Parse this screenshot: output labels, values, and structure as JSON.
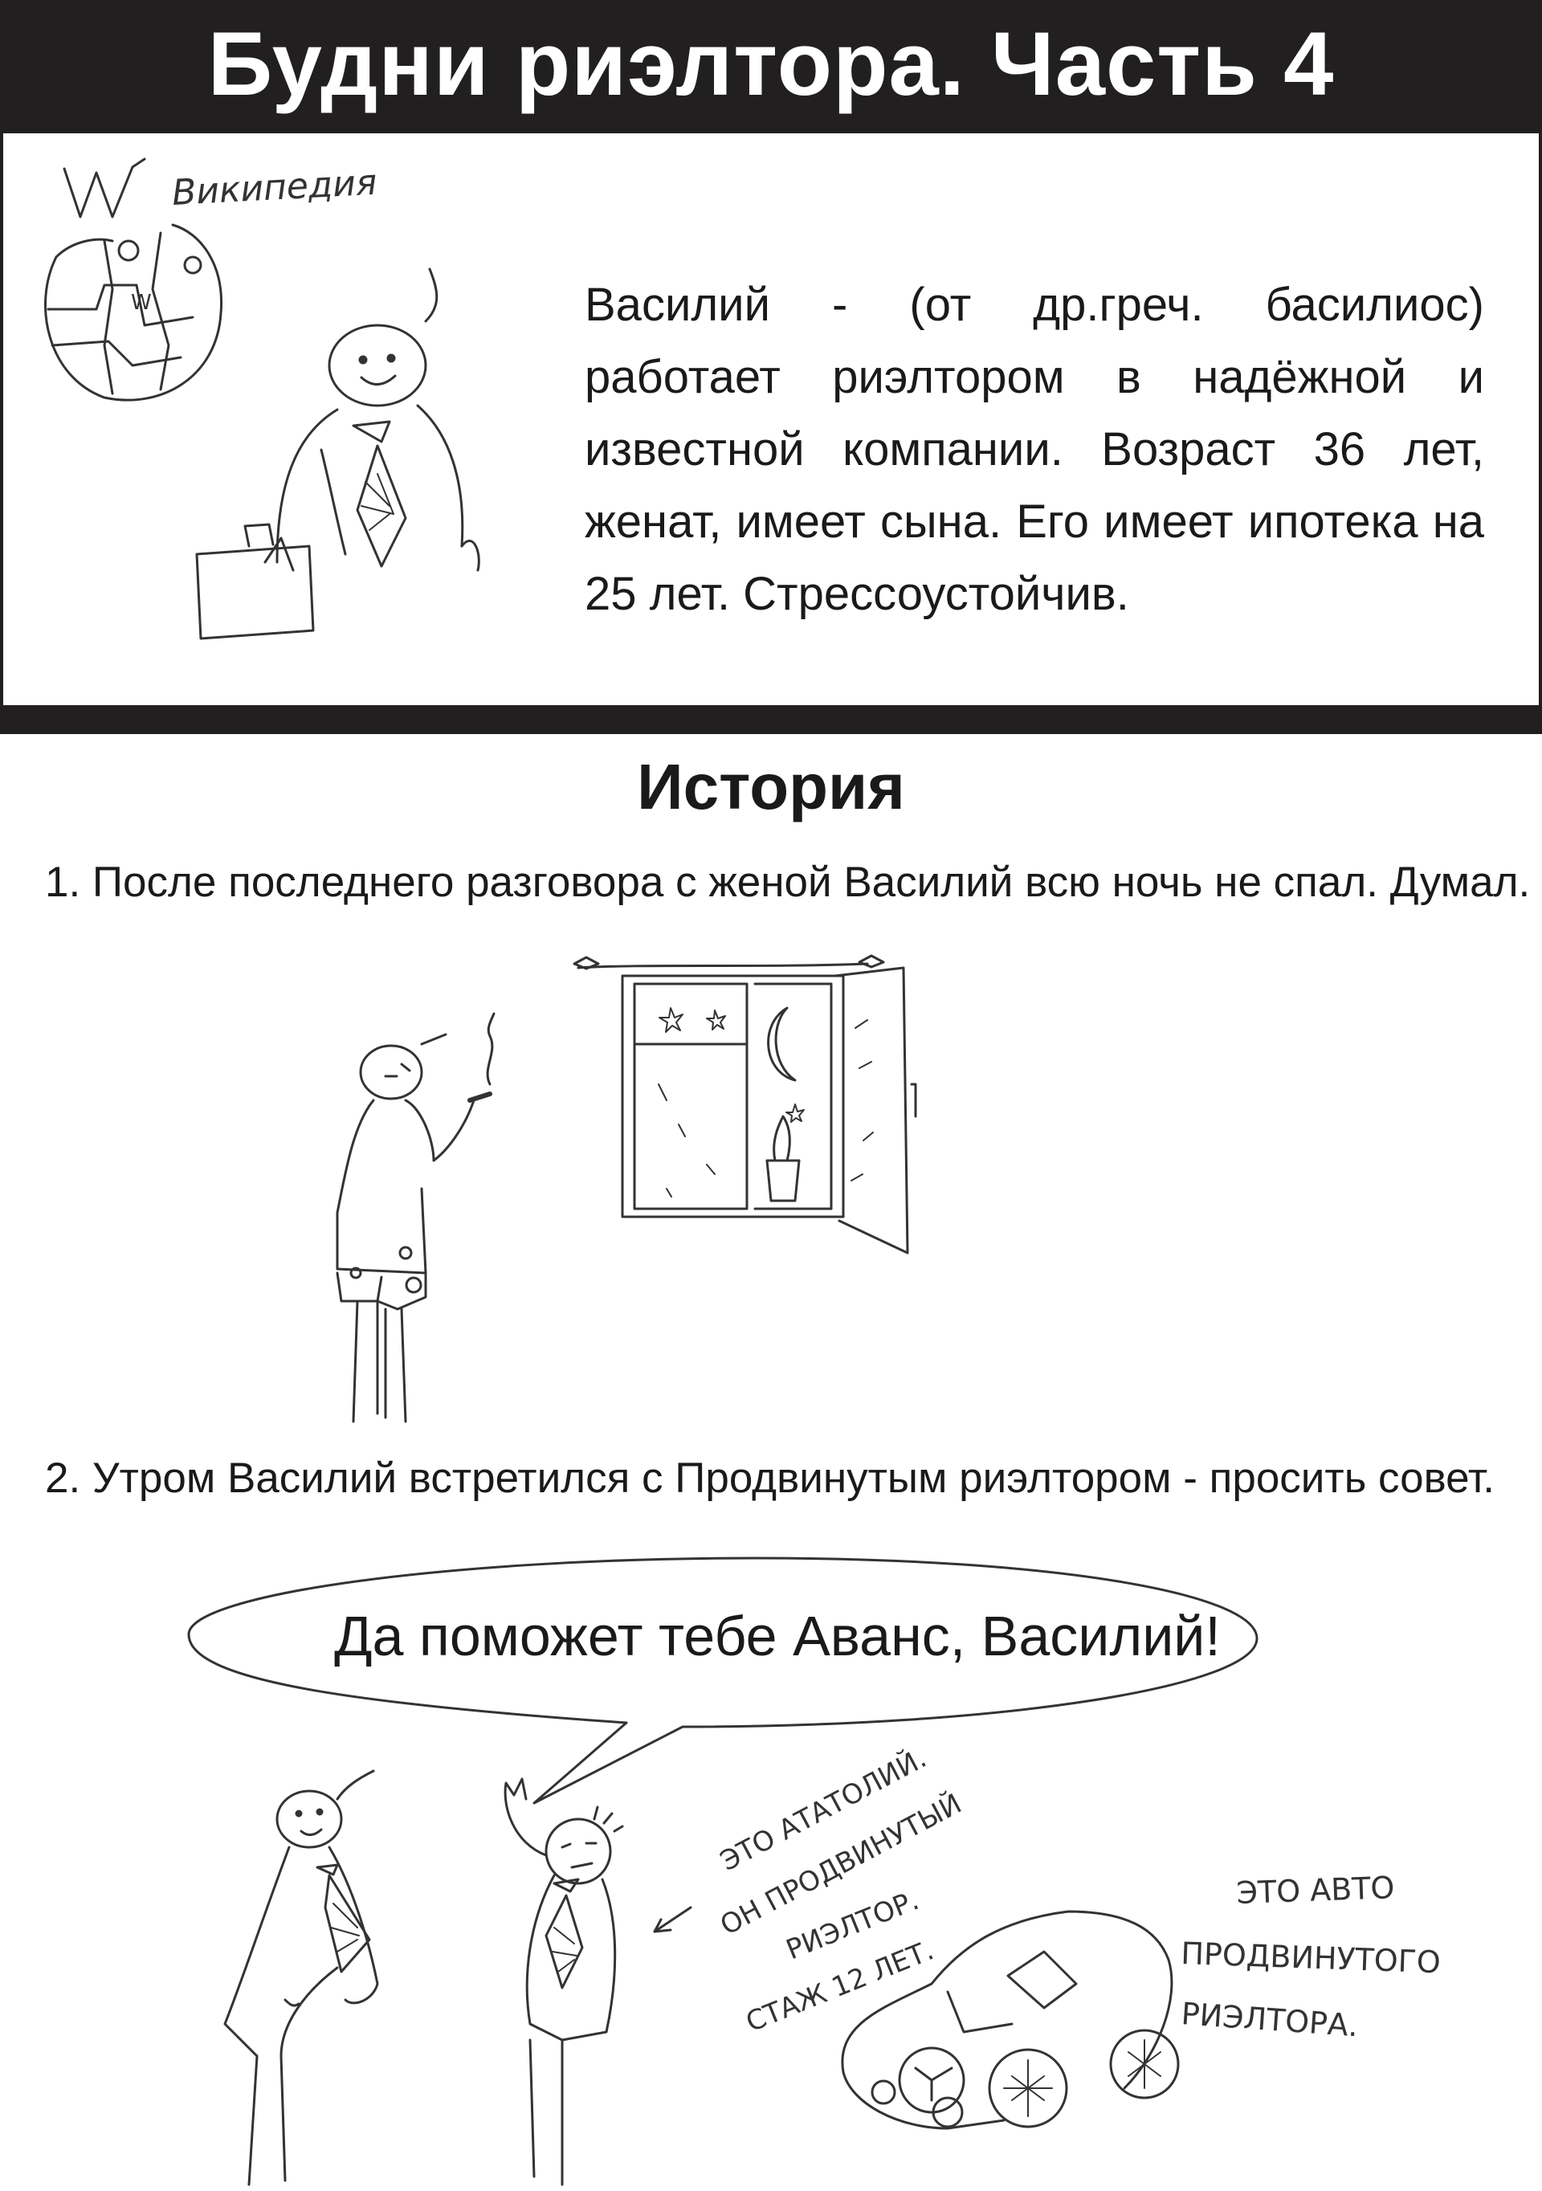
{
  "header": {
    "title": "Будни риэлтора. Часть 4"
  },
  "wiki": {
    "label": "Википедия",
    "logo_letter": "W"
  },
  "bio": {
    "text": "Василий - (от др.греч. басилиос) работает риэлтором в надёжной и известной компании. Возраст 36 лет, женат, имеет сына. Его имеет ипотека на 25 лет. Стрессоустойчив."
  },
  "history": {
    "title": "История",
    "step1": "1. После последнего разговора с женой Василий всю ночь не спал. Думал.",
    "step2": "2. Утром Василий встретился с Продвинутым риэлтором - просить совет."
  },
  "speech": {
    "text": "Да поможет тебе Аванс, Василий!"
  },
  "notes": {
    "anatoly": [
      "ЭТО АТАТОЛИЙ.",
      "ОН ПРОДВИНУТЫЙ",
      "РИЭЛТОР.",
      "СТАЖ 12 ЛЕТ."
    ],
    "car": [
      "ЭТО АВТО",
      "ПРОДВИНУТОГО",
      "РИЭЛТОРА."
    ]
  },
  "colors": {
    "header_bg": "#221f20",
    "header_text": "#ffffff",
    "ink": "#1a1a1a"
  }
}
